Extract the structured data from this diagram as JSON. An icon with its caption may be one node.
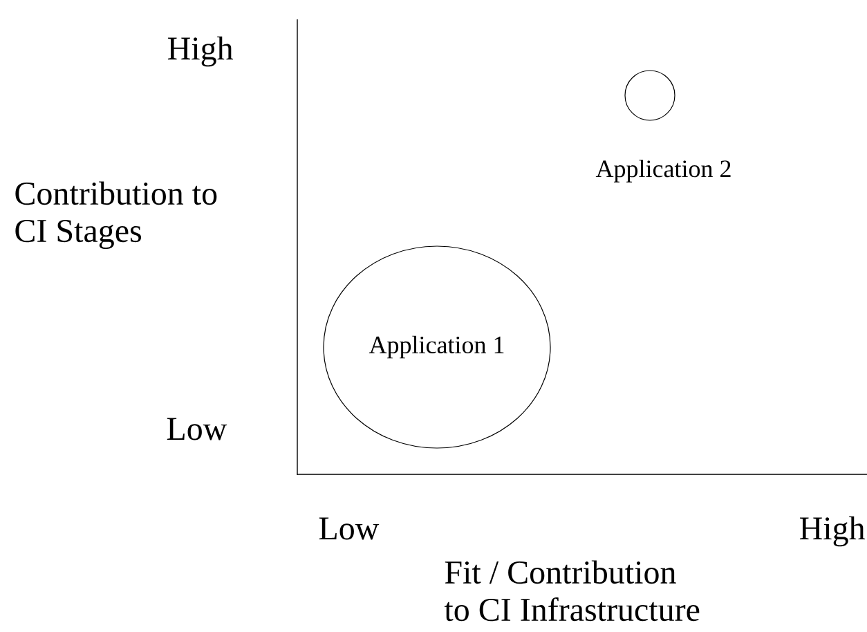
{
  "diagram": {
    "nodes": [
      {
        "text": [
          "Application 1"
        ]
      },
      {
        "text": [],
        "shape": "circle",
        "beside": [
          "Application 2"
        ]
      }
    ],
    "labels": [
      "High",
      "Contribution to CI Stages",
      "Low",
      "Low",
      "High",
      "Fit / Contribution to CI Infrastructure"
    ]
  }
}
